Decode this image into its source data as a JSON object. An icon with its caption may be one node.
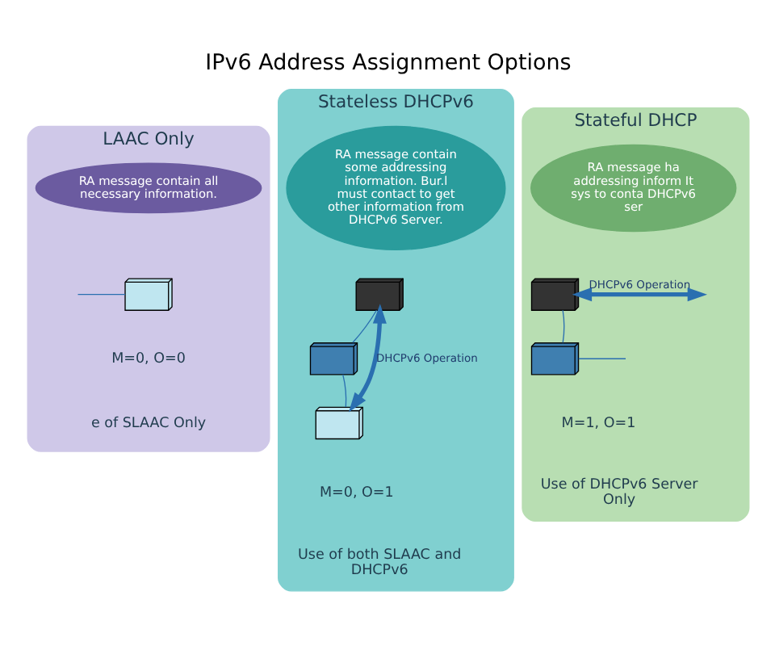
{
  "diagram": {
    "title": "IPv6 Address Assignment Options",
    "nodes": [
      {
        "text": [
          "LAAC Only"
        ]
      },
      {
        "text": [
          "RA message contain all necessary information."
        ],
        "in": 0
      },
      {
        "text": [],
        "shape": "picture",
        "in": 0
      },
      {
        "text": [
          "M=0, O=0"
        ],
        "in": 0
      },
      {
        "text": [
          "e of SLAAC Only"
        ],
        "in": 0
      },
      {
        "text": [
          "Stateless DHCPv6"
        ]
      },
      {
        "text": [
          "RA message contain some addressing information. Bur.l must contact to get other information from DHCPv6 Server."
        ],
        "in": 5
      },
      {
        "text": [],
        "shape": "picture",
        "in": 5
      },
      {
        "text": [],
        "shape": "picture",
        "in": 5
      },
      {
        "text": [],
        "shape": "picture",
        "in": 5
      },
      {
        "text": [
          "M=0, O=1"
        ],
        "in": 5
      },
      {
        "text": [
          "Use of both SLAAC and DHCPv6"
        ],
        "in": 5
      },
      {
        "text": [
          "Stateful DHCP"
        ]
      },
      {
        "text": [
          "RA message ha addressing inform It sys to conta DHCPv6 ser"
        ],
        "in": 12
      },
      {
        "text": [],
        "shape": "picture",
        "in": 12
      },
      {
        "text": [],
        "shape": "picture",
        "in": 12
      },
      {
        "text": [
          "M=1, O=1"
        ],
        "in": 12
      },
      {
        "text": [
          "Use of DHCPv6 Server Only"
        ],
        "in": 12
      }
    ],
    "edges": [
      {
        "from": null,
        "to": 2,
        "arrow": "none"
      },
      {
        "from": 7,
        "to": 8,
        "arrow": "none"
      },
      {
        "from": 8,
        "to": 9,
        "arrow": "none"
      },
      {
        "from": 7,
        "to": 9,
        "arrow": "both",
        "label": "DHCPv6 Operation",
        "style": "thick"
      },
      {
        "from": 14,
        "to": 15,
        "arrow": "none"
      },
      {
        "from": 15,
        "to": null,
        "arrow": "none"
      },
      {
        "from": 14,
        "to": null,
        "arrow": "both",
        "label": "DHCPv6 Operation",
        "style": "thick"
      }
    ]
  }
}
